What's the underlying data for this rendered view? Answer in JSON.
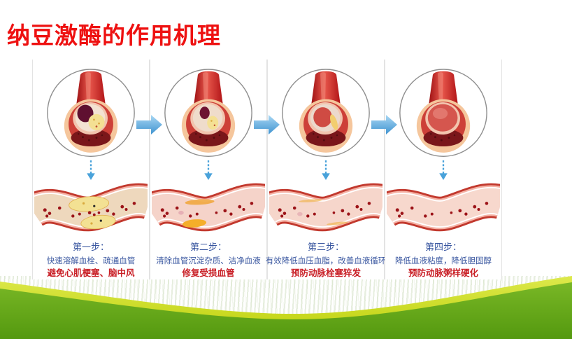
{
  "page": {
    "title": "纳豆激酶的作用机理"
  },
  "steps": [
    {
      "title": "第一步：",
      "desc": "快速溶解血栓、疏通血管",
      "highlight": "避免心肌梗塞、脑中风"
    },
    {
      "title": "第二步：",
      "desc": "清除血管沉淀杂质、洁净血液",
      "highlight": "修复受损血管"
    },
    {
      "title": "第三步：",
      "desc": "有效降低血压血脂，改善血液循环",
      "highlight": "预防动脉栓塞猝发"
    },
    {
      "title": "第四步：",
      "desc": "降低血液粘度，降低胆固醇",
      "highlight": "预防动脉粥样硬化"
    }
  ],
  "icons": {
    "step_arrow": "right-arrow-icon",
    "down_arrow": "dashed-down-arrow-icon",
    "circle_illustrations": [
      "clogged-artery-cross-section-illustration",
      "partially-cleared-artery-cross-section-illustration",
      "nearly-clean-artery-cross-section-illustration",
      "healthy-artery-cross-section-illustration"
    ],
    "vessel_illustrations": [
      "artery-with-heavy-plaque-illustration",
      "artery-with-reduced-plaque-illustration",
      "artery-with-minimal-plaque-illustration",
      "clean-healthy-artery-illustration"
    ]
  },
  "colors": {
    "title_red": "#ee1111",
    "caption_blue": "#3a57a0",
    "caption_red": "#c92027",
    "arrow_blue": "#4aa0d8",
    "panel_border": "#e3e3e3",
    "wave_green": "#61a517",
    "wave_lime": "#c3d50c"
  }
}
